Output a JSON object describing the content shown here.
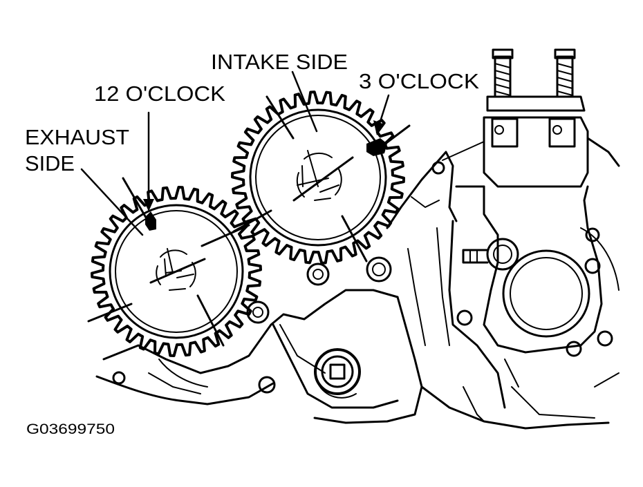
{
  "labels": {
    "intake_side": "INTAKE SIDE",
    "three_oclock": "3 O'CLOCK",
    "twelve_oclock": "12 O'CLOCK",
    "exhaust_line1": "EXHAUST",
    "exhaust_line2": "SIDE",
    "figure_code": "G03699750"
  }
}
